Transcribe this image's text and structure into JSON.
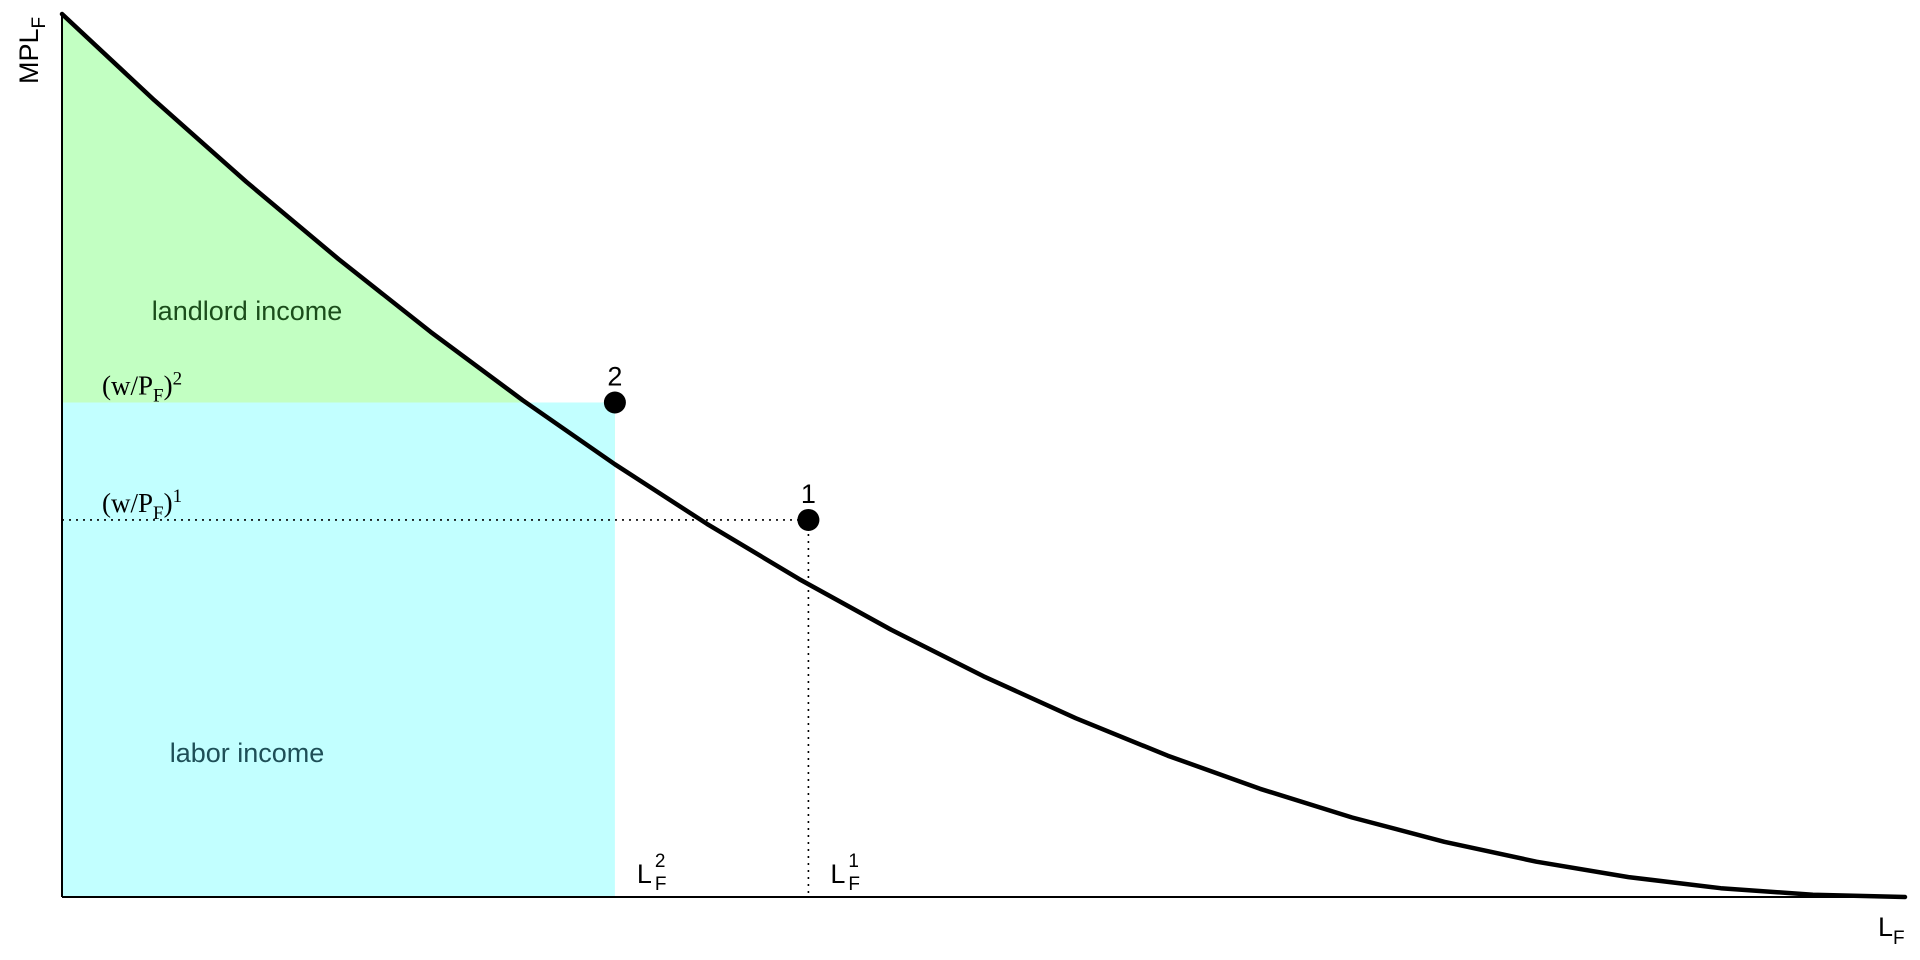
{
  "chart_data": {
    "type": "area",
    "title": "",
    "xlim": [
      0,
      10
    ],
    "ylim": [
      0,
      10
    ],
    "grid": false,
    "legend": "none",
    "axes": {
      "y_label": {
        "main": "MPL",
        "sub": "F"
      },
      "x_label": {
        "main": "L",
        "sub": "F"
      }
    },
    "curve": {
      "name": "",
      "x": [
        0,
        0.5,
        1,
        1.5,
        2,
        2.5,
        3,
        3.5,
        4,
        4.5,
        5,
        5.5,
        6,
        6.5,
        7,
        7.5,
        8,
        8.5,
        9,
        9.5,
        10
      ],
      "y": [
        10,
        9.025,
        8.1,
        7.225,
        6.4,
        5.625,
        4.9,
        4.225,
        3.6,
        3.025,
        2.5,
        2.025,
        1.6,
        1.225,
        0.9,
        0.625,
        0.4,
        0.225,
        0.1,
        0.025,
        0
      ]
    },
    "points": [
      {
        "label": "1",
        "x": 4.05,
        "y": 4.27
      },
      {
        "label": "2",
        "x": 3.0,
        "y": 5.6
      }
    ],
    "wage_labels": [
      {
        "main": "(w/P",
        "sub": "F",
        "close": ")",
        "sup": "1",
        "y": 4.27
      },
      {
        "main": "(w/P",
        "sub": "F",
        "close": ")",
        "sup": "2",
        "y": 5.6
      }
    ],
    "labor_labels": [
      {
        "main": "L",
        "sub": "F",
        "sup": "2",
        "x": 3.0
      },
      {
        "main": "L",
        "sub": "F",
        "sup": "1",
        "x": 4.05
      }
    ],
    "regions": [
      {
        "label": "landlord income",
        "color": "#c2ffc2",
        "text_color": "#1b4d1b"
      },
      {
        "label": "labor income",
        "color": "#c2ffff",
        "text_color": "#1e4f57"
      }
    ],
    "colors": {
      "curve": "#000000",
      "axis": "#000000",
      "point": "#000000"
    }
  }
}
